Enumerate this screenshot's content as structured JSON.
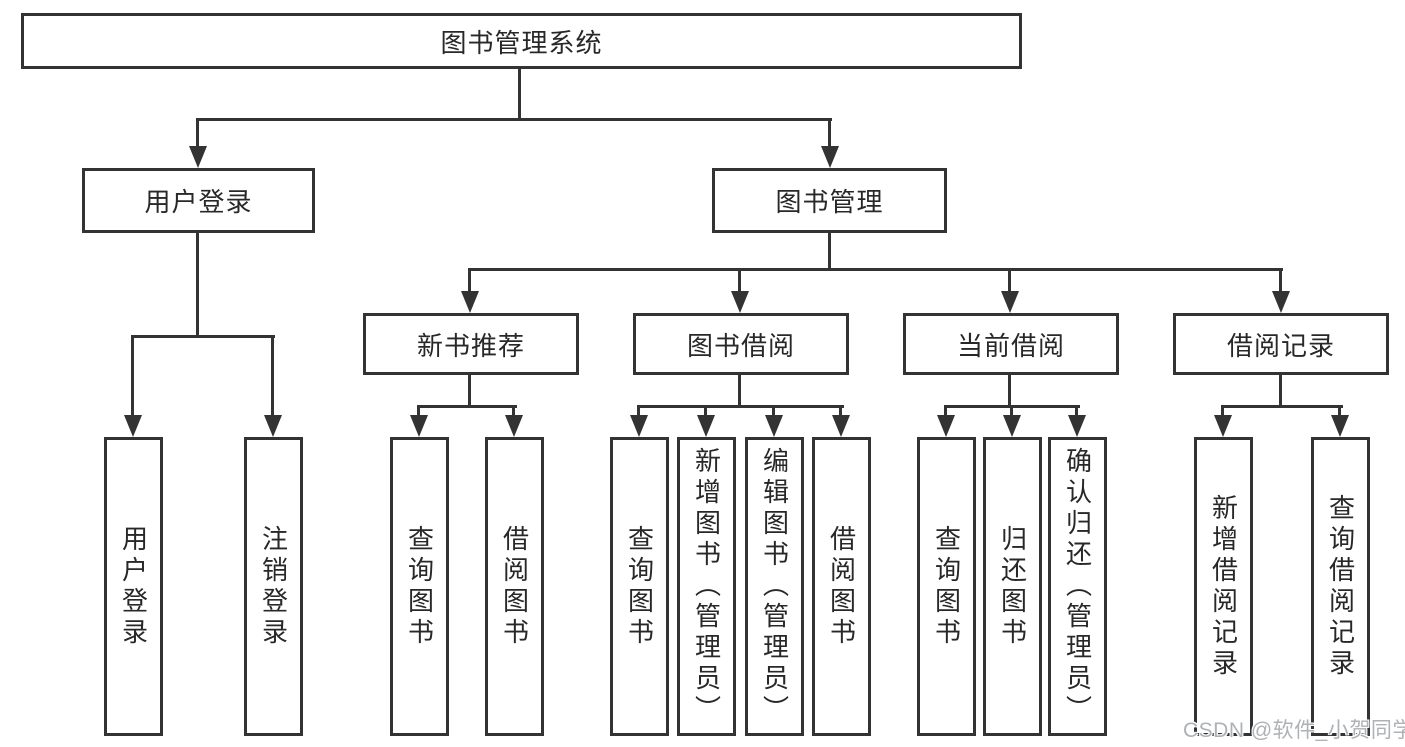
{
  "colors": {
    "line": "#333333",
    "box_border": "#333333",
    "text": "#282828",
    "background": "#ffffff",
    "watermark": "#aeb2b5"
  },
  "watermark": {
    "text": "CSDN @软件_小贺同学"
  },
  "diagram": {
    "root": {
      "label": "图书管理系统"
    },
    "level2": [
      {
        "label": "用户登录"
      },
      {
        "label": "图书管理"
      }
    ],
    "level3": [
      {
        "label": "新书推荐"
      },
      {
        "label": "图书借阅"
      },
      {
        "label": "当前借阅"
      },
      {
        "label": "借阅记录"
      }
    ],
    "level4": {
      "under_user_login": [
        {
          "label": "用户登录"
        },
        {
          "label": "注销登录"
        }
      ],
      "under_new_book": [
        {
          "label": "查询图书"
        },
        {
          "label": "借阅图书"
        }
      ],
      "under_book_borrow": [
        {
          "label": "查询图书"
        },
        {
          "label": "新增图书（管理员）"
        },
        {
          "label": "编辑图书（管理员）"
        },
        {
          "label": "借阅图书"
        }
      ],
      "under_current_borrow": [
        {
          "label": "查询图书"
        },
        {
          "label": "归还图书"
        },
        {
          "label": "确认归还（管理员）"
        }
      ],
      "under_borrow_records": [
        {
          "label": "新增借阅记录"
        },
        {
          "label": "查询借阅记录"
        }
      ]
    }
  }
}
